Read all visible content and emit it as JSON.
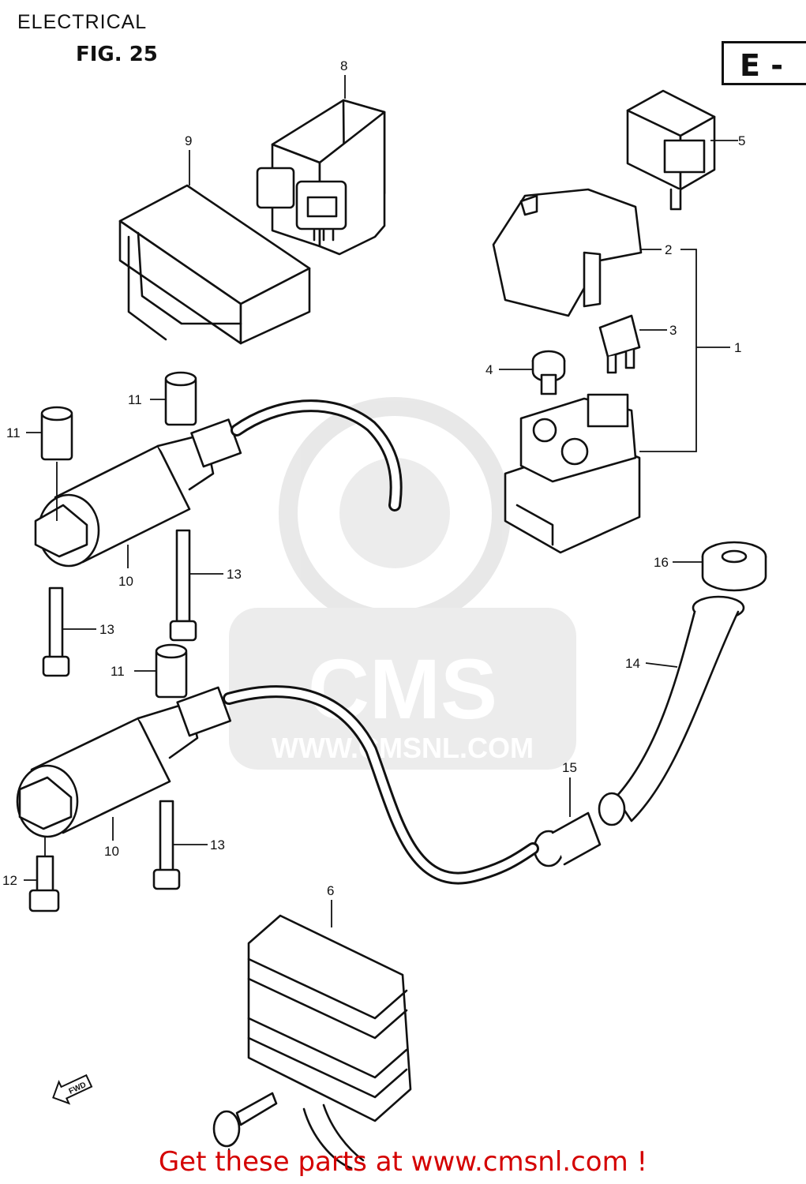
{
  "header": {
    "title": "ELECTRICAL",
    "figure": "FIG. 25",
    "section_box": "E -"
  },
  "watermark": {
    "brand": "CMS",
    "url": "WWW.CMSNL.COM"
  },
  "direction_arrow": "FWD",
  "footer": {
    "text": "Get these parts at www.cmsnl.com !"
  },
  "callouts": [
    {
      "key": "c1",
      "label": "1"
    },
    {
      "key": "c2",
      "label": "2"
    },
    {
      "key": "c3",
      "label": "3"
    },
    {
      "key": "c4",
      "label": "4"
    },
    {
      "key": "c5",
      "label": "5"
    },
    {
      "key": "c6",
      "label": "6"
    },
    {
      "key": "c8",
      "label": "8"
    },
    {
      "key": "c9",
      "label": "9"
    },
    {
      "key": "c10a",
      "label": "10"
    },
    {
      "key": "c10b",
      "label": "10"
    },
    {
      "key": "c11a",
      "label": "11"
    },
    {
      "key": "c11b",
      "label": "11"
    },
    {
      "key": "c11c",
      "label": "11"
    },
    {
      "key": "c12",
      "label": "12"
    },
    {
      "key": "c13a",
      "label": "13"
    },
    {
      "key": "c13b",
      "label": "13"
    },
    {
      "key": "c13c",
      "label": "13"
    },
    {
      "key": "c14",
      "label": "14"
    },
    {
      "key": "c15",
      "label": "15"
    },
    {
      "key": "c16",
      "label": "16"
    }
  ]
}
